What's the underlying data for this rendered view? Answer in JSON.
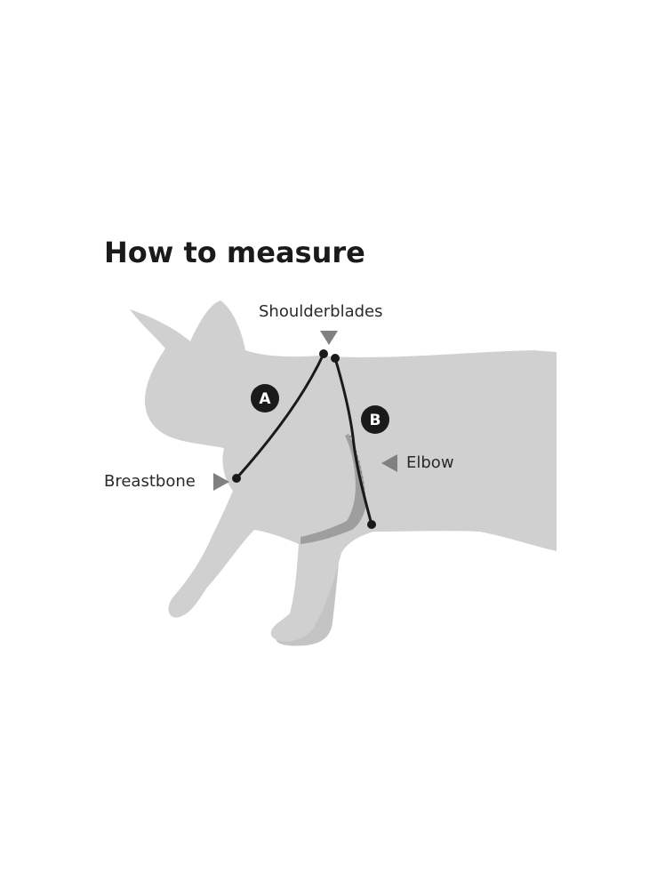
{
  "title": "How to measure",
  "labels": {
    "shoulderblades": "Shoulderblades",
    "breastbone": "Breastbone",
    "elbow": "Elbow"
  },
  "measurements": {
    "a": "A",
    "b": "B"
  },
  "colors": {
    "silhouette": "#d0d0d0",
    "leg_shadow": "#bdbdbd",
    "harness": "#9e9e9e",
    "line": "#1a1a1a",
    "arrow": "#808080",
    "text": "#1a1a1a"
  }
}
